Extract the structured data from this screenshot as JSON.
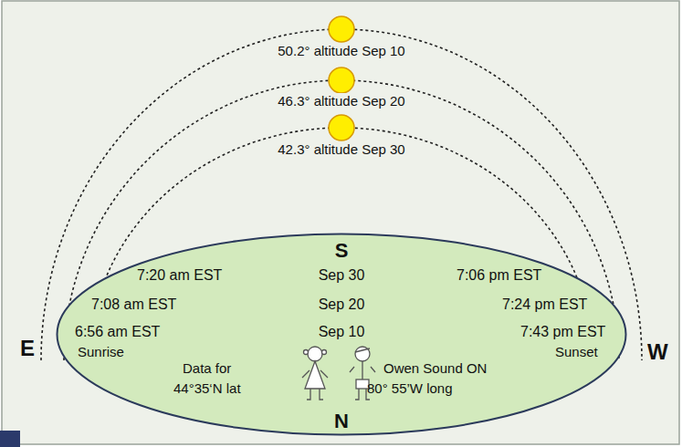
{
  "diagram": {
    "nodes": [
      {
        "text": [
          "S",
          "7:20 am EST",
          "Sep 30",
          "7:06 pm EST",
          "7:08 am EST",
          "Sep 20",
          "7:24 pm EST",
          "6:56 am EST",
          "Sep 10",
          "7:43 pm EST",
          "Sunrise",
          "Sunset",
          "Data for",
          "44°35‘N lat",
          "Owen Sound ON",
          "80° 55’W long",
          "N"
        ]
      }
    ],
    "labels": [
      "50.2° altitude Sep 10",
      "46.3° altitude Sep 20",
      "42.3° altitude Sep 30",
      "E",
      "W"
    ]
  }
}
